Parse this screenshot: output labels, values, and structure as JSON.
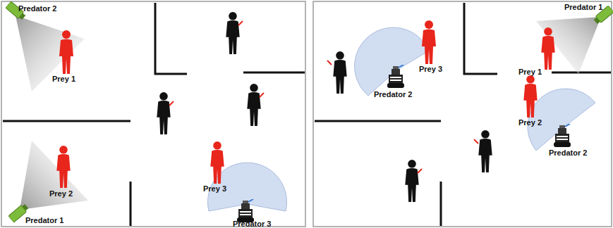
{
  "diagram": {
    "labels": [
      "Predator 2",
      "Prey 1",
      "Prey 2",
      "Predator 1",
      "Prey 3",
      "Predator 3",
      "Prey 3",
      "Predator 2",
      "Predator 1",
      "Prey 1",
      "Prey 2",
      "Predator 2"
    ]
  }
}
